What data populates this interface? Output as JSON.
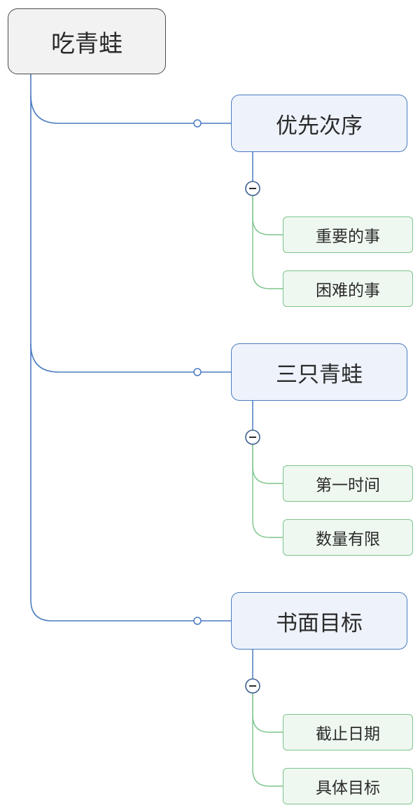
{
  "root": {
    "label": "吃青蛙",
    "fill": "#f2f2f2",
    "border": "#4a4a4a"
  },
  "branches": [
    {
      "label": "优先次序",
      "children": [
        "重要的事",
        "困难的事"
      ]
    },
    {
      "label": "三只青蛙",
      "children": [
        "第一时间",
        "数量有限"
      ]
    },
    {
      "label": "书面目标",
      "children": [
        "截止日期",
        "具体目标"
      ]
    }
  ],
  "colors": {
    "root_line": "#4a7bc0",
    "branch_fill": "#eef3fb",
    "branch_border": "#4a7bc0",
    "leaf_fill": "#eff8f0",
    "leaf_border": "#7cc48c",
    "leaf_line": "#7cc48c"
  },
  "icons": {
    "collapse": "minus-circle-icon",
    "connector": "connector-dot-icon"
  }
}
